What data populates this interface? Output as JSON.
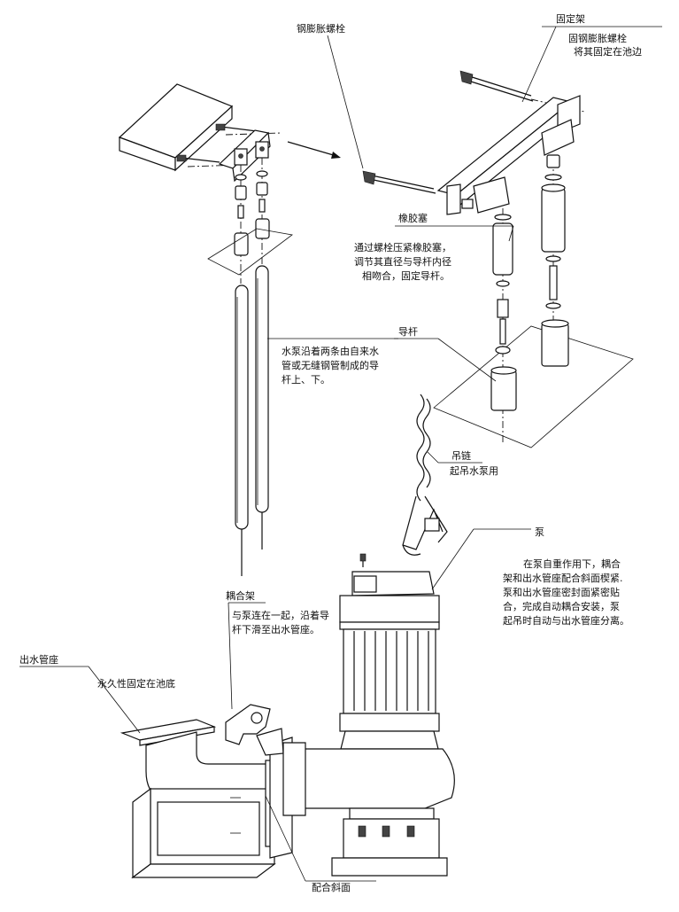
{
  "labels": {
    "expansion_bolt": "钢膨胀螺栓",
    "fixed_frame": "固定架",
    "fixed_frame_note_1": "固钢膨胀螺栓",
    "fixed_frame_note_2": "将其固定在池边",
    "rubber_plug": "橡胶塞",
    "rubber_note_1": "通过螺栓压紧橡胶塞，",
    "rubber_note_2": "调节其直径与导杆内径",
    "rubber_note_3": "相吻合，固定导杆。",
    "guide_rod": "导杆",
    "guide_note_1": "水泵沿着两条由自来水",
    "guide_note_2": "管或无缝钢管制成的导",
    "guide_note_3": "杆上、下。",
    "chain": "吊链",
    "chain_note": "起吊水泵用",
    "pump": "泵",
    "pump_note_1": "在泵自重作用下，耦合",
    "pump_note_2": "架和出水管座配合斜面楔紧.",
    "pump_note_3": "泵和出水管座密封面紧密贴",
    "pump_note_4": "合，完成自动耦合安装，泵",
    "pump_note_5": "起吊时自动与出水管座分离。",
    "coupling_frame": "耦合架",
    "coupling_note_1": "与泵连在一起，沿着导",
    "coupling_note_2": "杆下滑至出水管座。",
    "outlet_seat": "出水管座",
    "outlet_note": "永久性固定在池底",
    "mating_slope": "配合斜面"
  }
}
